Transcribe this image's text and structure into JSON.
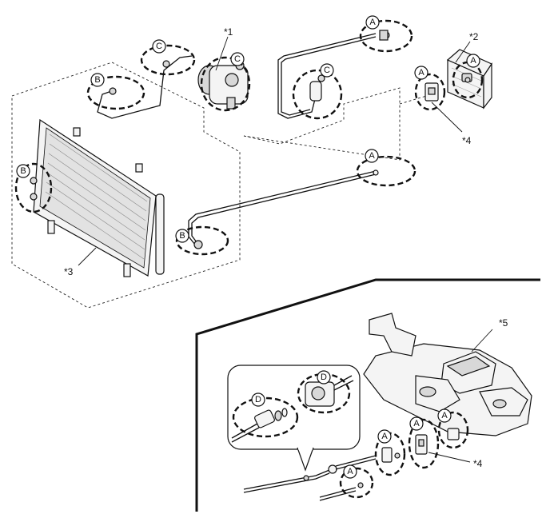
{
  "callouts": {
    "A": "A",
    "B": "B",
    "C": "C",
    "D": "D"
  },
  "labels": {
    "ref1": "*1",
    "ref2": "*2",
    "ref3": "*3",
    "ref4_top": "*4",
    "ref4_bottom": "*4",
    "ref5": "*5"
  }
}
